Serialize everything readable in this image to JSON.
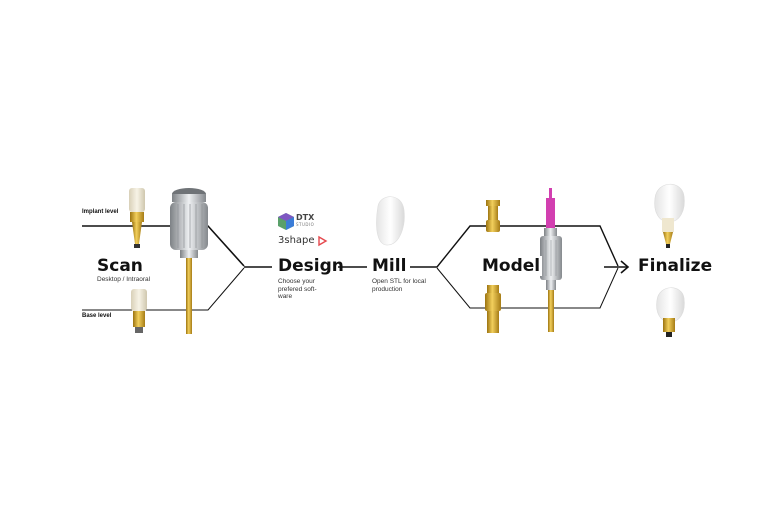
{
  "levels": {
    "implant": "Implant level",
    "base": "Base level"
  },
  "stages": {
    "scan": {
      "title": "Scan",
      "subtitle": "Desktop / Intraoral"
    },
    "design": {
      "title": "Design",
      "subtitle": "Choose your prefered soft-ware"
    },
    "mill": {
      "title": "Mill",
      "subtitle": "Open STL for local production"
    },
    "model": {
      "title": "Model"
    },
    "finalize": {
      "title": "Finalize"
    }
  },
  "logos": {
    "dtx": "DTX",
    "dtx_sub": "STUDIO",
    "threeshape": "3shape"
  },
  "colors": {
    "line": "#111111",
    "gold": "#d4a52a",
    "magenta": "#d23fb0",
    "steel": "#b8bcc0",
    "ivory": "#ece6d4"
  }
}
